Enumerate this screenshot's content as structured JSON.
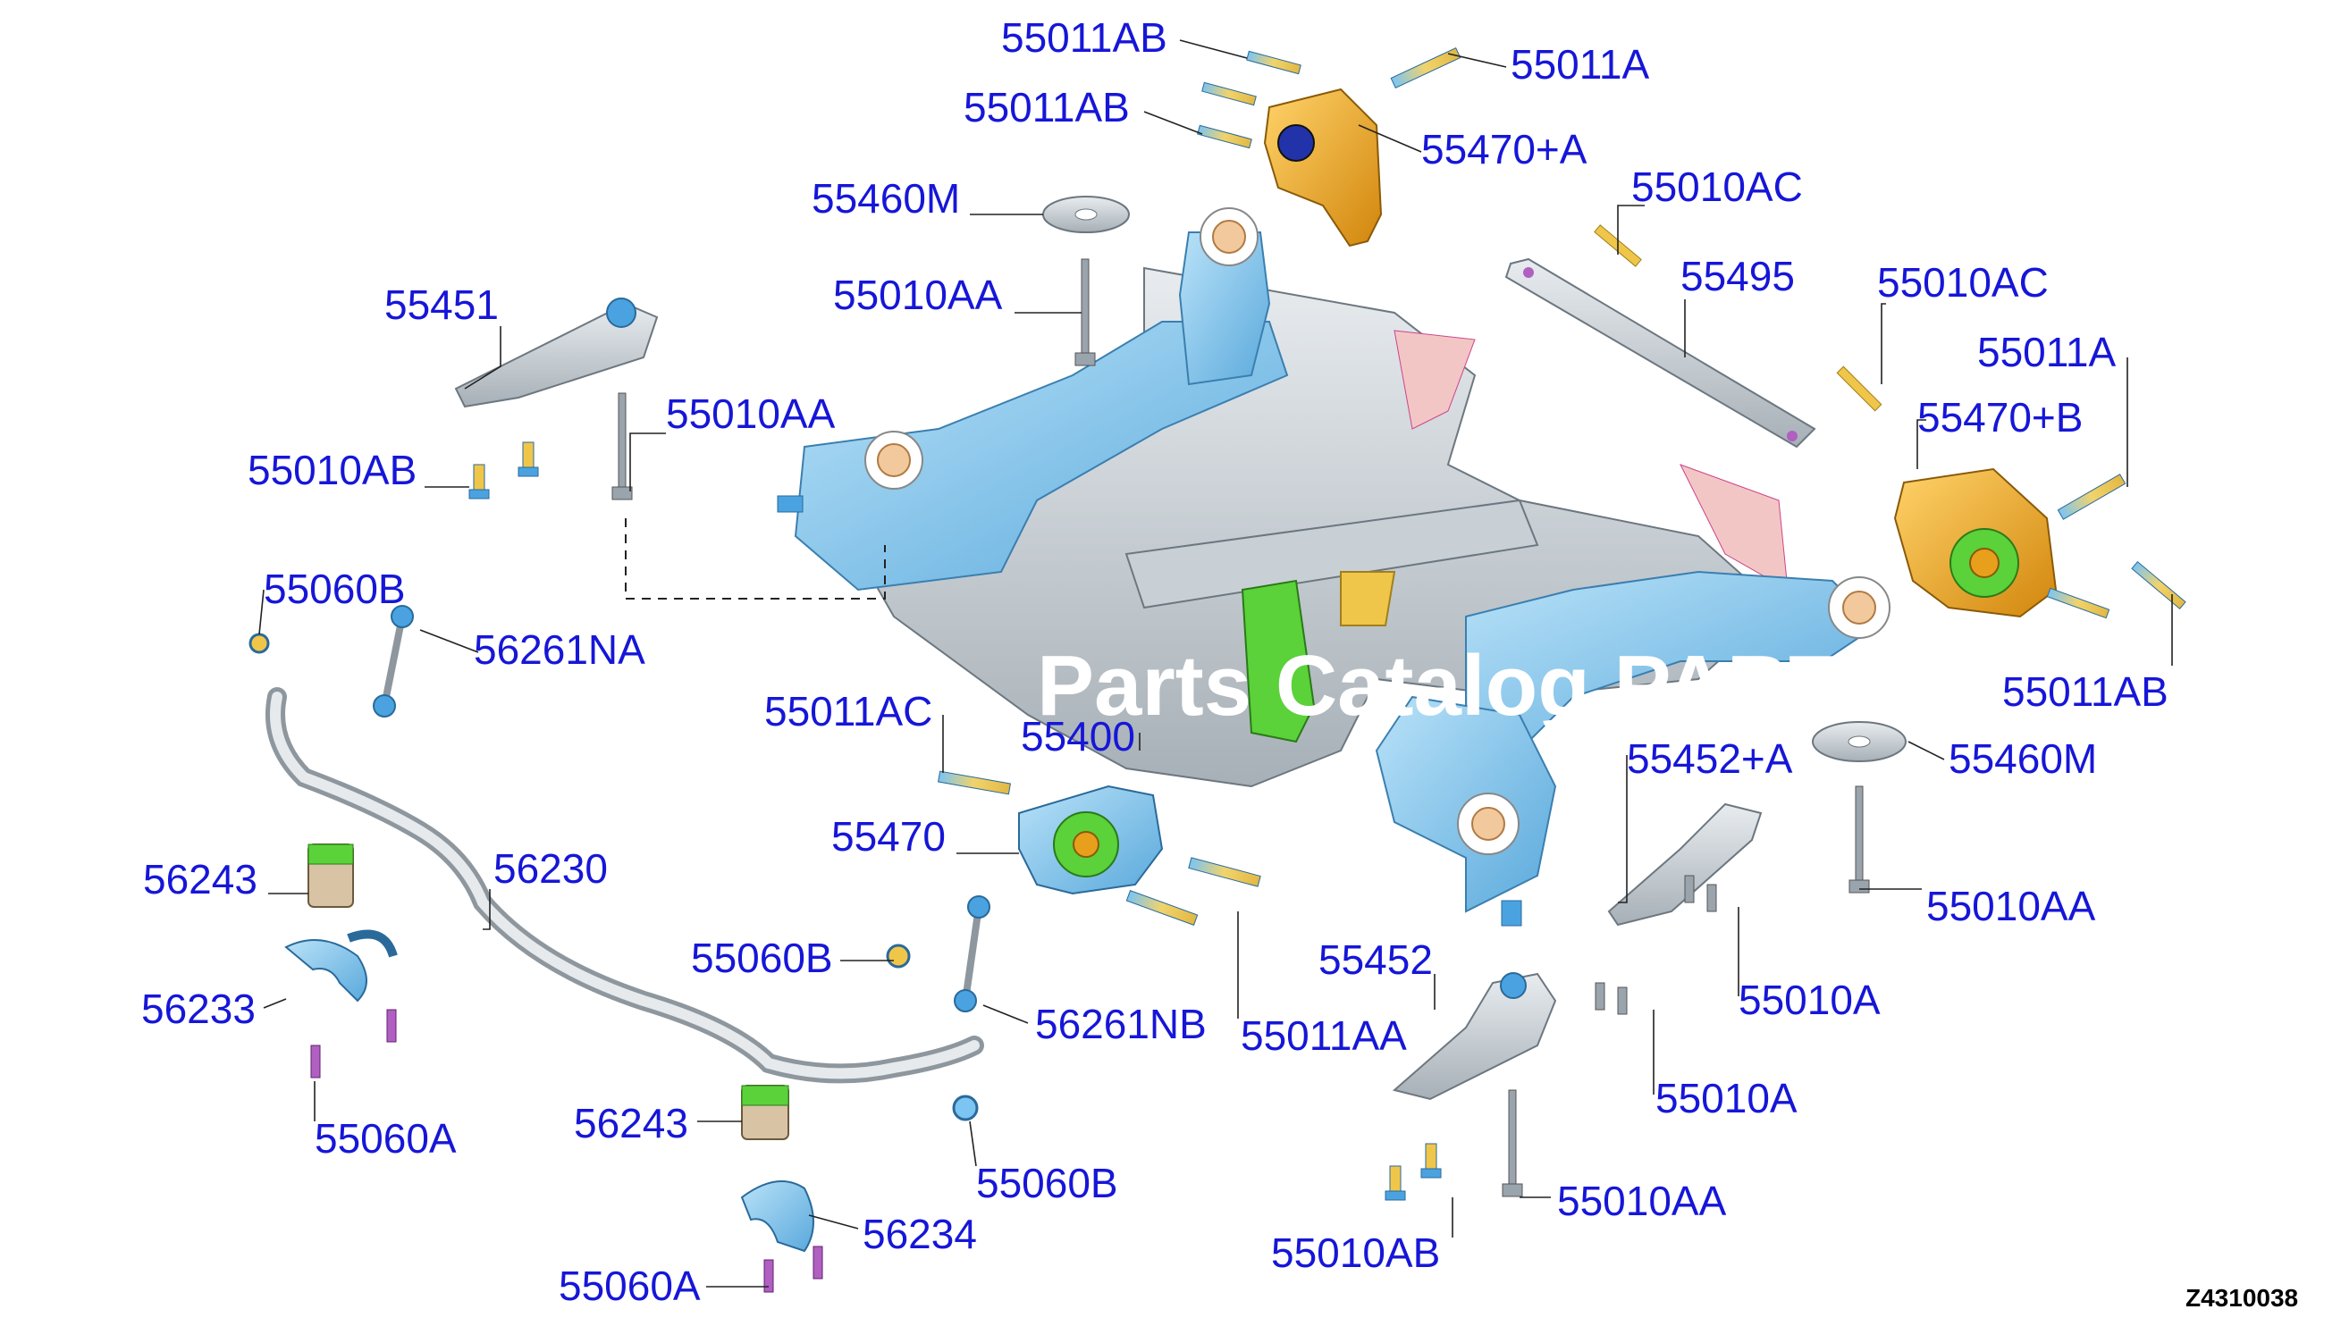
{
  "diagram_code": "Z4310038",
  "watermark": "Parts Catalog PARTS",
  "colors": {
    "label": "#1616d8",
    "frame": "#7ec3ec",
    "mount": "#e8a01c",
    "fastener": "#4aa3e0",
    "rubber": "#5bd13a"
  },
  "labels": {
    "l01": "55011AB",
    "l02": "55011A",
    "l03": "55011AB",
    "l04": "55470+A",
    "l05": "55460M",
    "l06": "55010AC",
    "l07": "55495",
    "l08": "55010AA",
    "l09": "55010AC",
    "l10": "55451",
    "l11": "55011A",
    "l12": "55010AA",
    "l13": "55470+B",
    "l14": "55010AB",
    "l15": "55060B",
    "l16": "56261NA",
    "l17": "55011AB",
    "l18": "55011AC",
    "l19": "55400",
    "l20": "55452+A",
    "l21": "55460M",
    "l22": "55470",
    "l23": "56243",
    "l24": "56230",
    "l25": "55010AA",
    "l26": "55060B",
    "l27": "55452",
    "l28": "55010A",
    "l29": "56233",
    "l30": "56261NB",
    "l31": "55011AA",
    "l32": "55010A",
    "l33": "55060A",
    "l34": "56243",
    "l35": "55060B",
    "l36": "56234",
    "l37": "55010AA",
    "l38": "55010AB",
    "l39": "55060A"
  }
}
